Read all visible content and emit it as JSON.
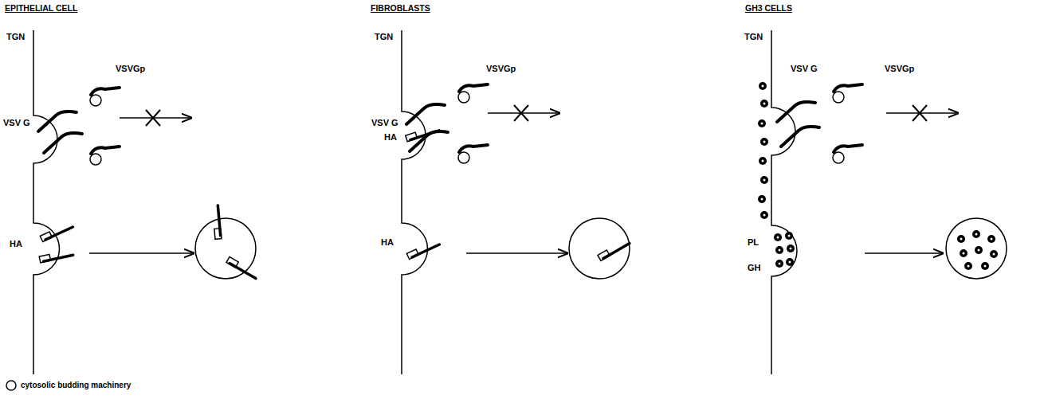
{
  "diagram": {
    "labels": [
      "EPITHELIAL CELL",
      "TGN",
      "VSVGp",
      "VSV G",
      "HA",
      "FIBROBLASTS",
      "TGN",
      "VSVGp",
      "VSV G",
      "HA",
      "HA",
      "GH3 CELLS",
      "TGN",
      "VSV G",
      "VSVGp",
      "PL",
      "GH"
    ],
    "legend": [
      {
        "text": "cytosolic budding machinery"
      }
    ]
  }
}
